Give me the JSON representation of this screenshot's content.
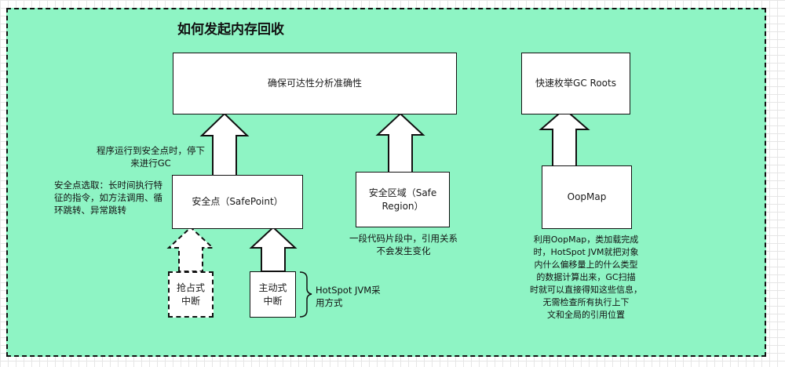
{
  "title": "如何发起内存回收",
  "boxes": {
    "reachability": "确保可达性分析准确性",
    "gc_roots": "快速枚举GC Roots",
    "safepoint": "安全点（SafePoint）",
    "safe_region": [
      "安全区域（Safe",
      "Region）"
    ],
    "oopmap": "OopMap",
    "preemptive": [
      "抢占式",
      "中断"
    ],
    "voluntary": [
      "主动式",
      "中断"
    ]
  },
  "notes": {
    "stop_for_gc": [
      "程序运行到安全点时，停下",
      "来进行GC"
    ],
    "safepoint_selection": [
      "安全点选取：长时间执行特",
      "征的指令，如方法调用、循",
      "环跳转、异常跳转"
    ],
    "safe_region_desc": [
      "一段代码片段中，引用关系",
      "不会发生变化"
    ],
    "hotspot_adopted": [
      "HotSpot JVM采",
      "用方式"
    ],
    "oopmap_desc": [
      "利用OopMap，类加载完成",
      "时，HotSpot JVM就把对象",
      "内什么偏移量上的什么类型",
      "的数据计算出来，GC扫描",
      "时就可以直接得知这些信息，",
      "无需检查所有执行上下",
      "文和全局的引用位置"
    ]
  },
  "colors": {
    "frame_fill": "#8ef4c4",
    "stroke": "#111111",
    "box_fill": "#ffffff"
  }
}
